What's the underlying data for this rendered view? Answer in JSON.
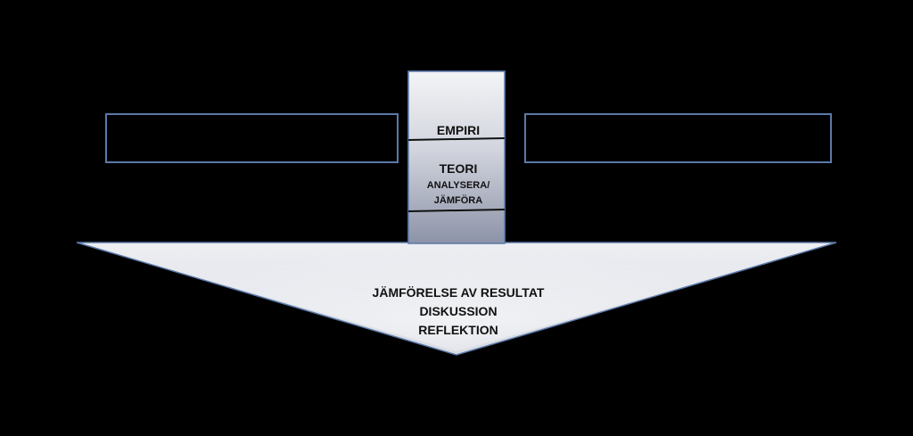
{
  "diagram": {
    "top_box": {
      "empiri": "EMPIRI",
      "teori": "TEORI",
      "analysera": "ANALYSERA/",
      "jamfora": "JÄMFÖRA"
    },
    "arrow": {
      "line1": "JÄMFÖRELSE AV RESULTAT",
      "line2": "DISKUSSION",
      "line3": "REFLEKTION"
    },
    "colors": {
      "background": "#000000",
      "box_outline": "#5b79a8",
      "fill_light": "#eceef2",
      "fill_mid": "#a9aec0",
      "fill_dark": "#6d748c"
    }
  }
}
